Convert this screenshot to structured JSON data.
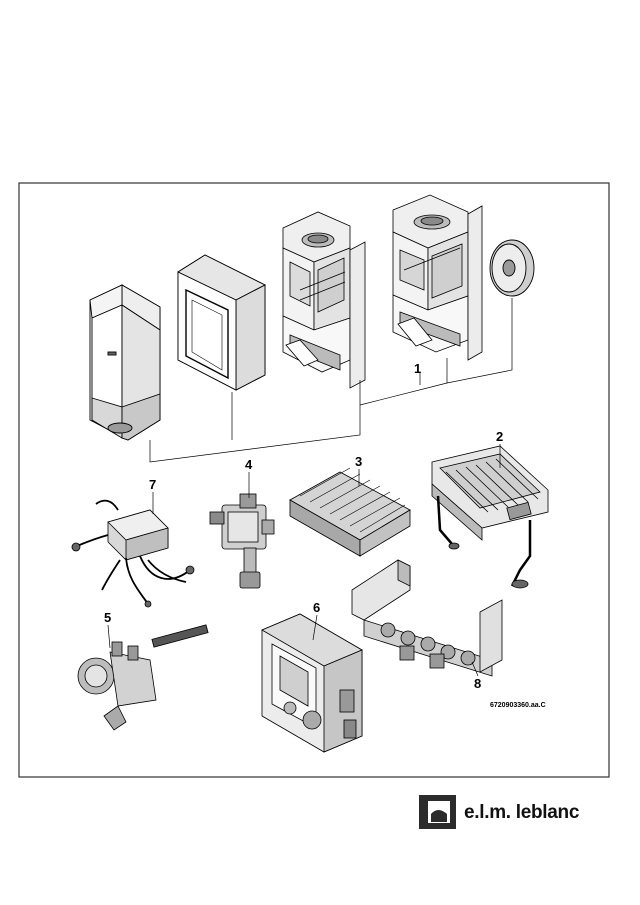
{
  "diagram": {
    "callouts": {
      "c1": "1",
      "c2": "2",
      "c3": "3",
      "c4": "4",
      "c5": "5",
      "c6": "6",
      "c7": "7",
      "c8": "8"
    },
    "doc_reference": "6720903360.aa.C"
  },
  "brand": {
    "name": "e.l.m. leblanc"
  },
  "colors": {
    "line": "#000000",
    "frame": "#333333",
    "fill_light": "#f2f2f2",
    "fill_mid": "#d9d9d9",
    "fill_dark": "#555555",
    "logo_dark": "#2b2b2b"
  }
}
